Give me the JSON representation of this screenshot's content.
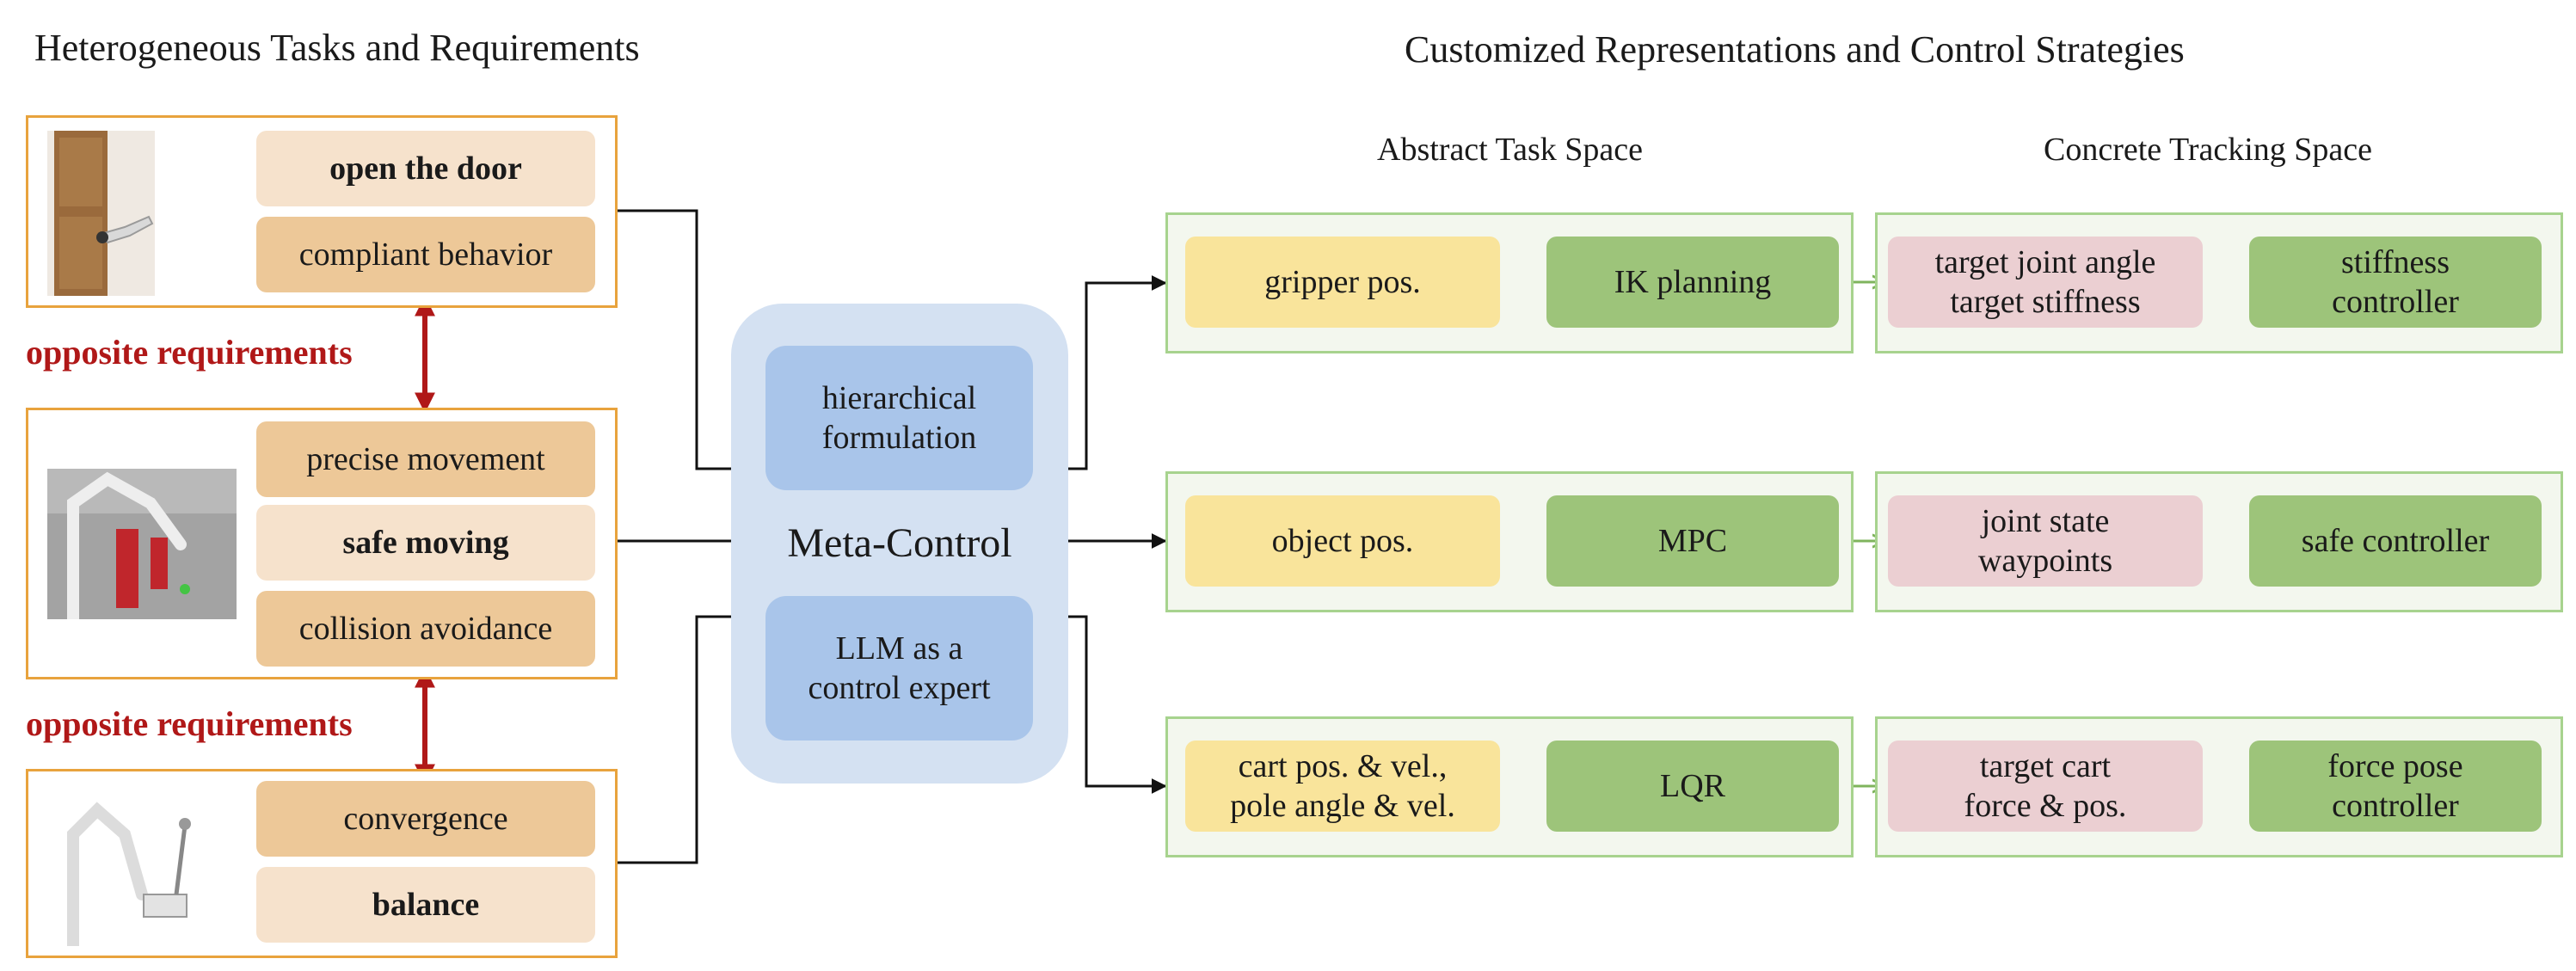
{
  "left_title": "Heterogeneous Tasks and Requirements",
  "right_title": "Customized Representations and Control Strategies",
  "abstract_label": "Abstract Task Space",
  "concrete_label": "Concrete Tracking Space",
  "tasks": [
    {
      "requirements": [
        {
          "text": "open the door",
          "bold": true,
          "tone": "light"
        },
        {
          "text": "compliant behavior",
          "bold": false,
          "tone": "dark"
        }
      ]
    },
    {
      "requirements": [
        {
          "text": "precise movement",
          "bold": false,
          "tone": "dark"
        },
        {
          "text": "safe moving",
          "bold": true,
          "tone": "light"
        },
        {
          "text": "collision avoidance",
          "bold": false,
          "tone": "dark"
        }
      ]
    },
    {
      "requirements": [
        {
          "text": "convergence",
          "bold": false,
          "tone": "dark"
        },
        {
          "text": "balance",
          "bold": true,
          "tone": "light"
        }
      ]
    }
  ],
  "opposite_label": "opposite requirements",
  "meta": {
    "label": "Meta-Control",
    "top_box": "hierarchical\nformulation",
    "bottom_box": "LLM as a\ncontrol expert"
  },
  "pipelines": [
    {
      "abstract_rep": "gripper pos.",
      "abstract_ctrl": "IK planning",
      "concrete_rep": "target joint angle\ntarget stiffness",
      "concrete_ctrl": "stiffness\ncontroller"
    },
    {
      "abstract_rep": "object pos.",
      "abstract_ctrl": "MPC",
      "concrete_rep": "joint state\nwaypoints",
      "concrete_ctrl": "safe controller"
    },
    {
      "abstract_rep": "cart pos. & vel.,\npole angle & vel.",
      "abstract_ctrl": "LQR",
      "concrete_rep": "target cart\nforce & pos.",
      "concrete_ctrl": "force pose\ncontroller"
    }
  ],
  "colors": {
    "task_border": "#e8a33d",
    "opposite_red": "#b01818",
    "meta_bg": "#d4e1f2",
    "meta_box": "#a9c5ea",
    "group_border": "#a7d38e",
    "rep_yellow": "#f9e49b",
    "ctrl_green": "#9dc47a",
    "target_pink": "#ebcfd2"
  },
  "icons": {
    "task_images": [
      "robot-arm-opening-door-photo",
      "robot-arm-obstacle-sim-render",
      "robot-arm-cart-pole-render"
    ],
    "connectors": "arrow-lines"
  }
}
